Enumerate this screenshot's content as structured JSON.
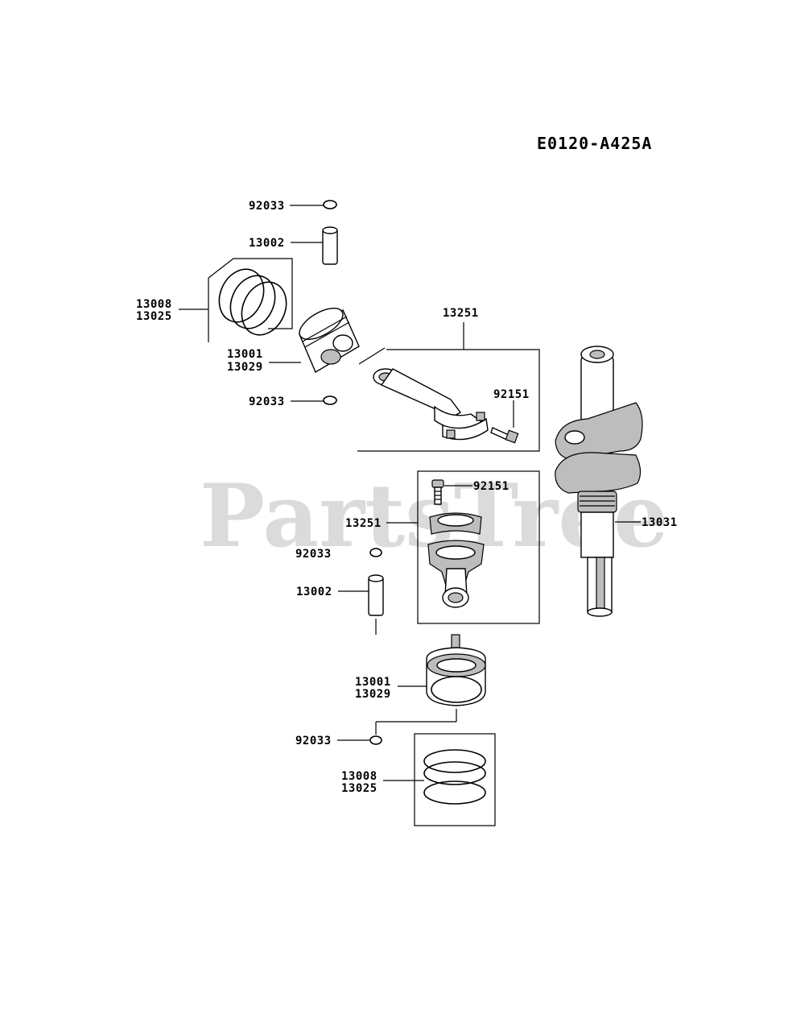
{
  "diagram_code": "E0120-A425A",
  "watermark": "PartsTree",
  "parts": {
    "circlip_top": "92033",
    "pin_top": "13002",
    "rings_top_a": "13008",
    "rings_top_b": "13025",
    "piston_top_a": "13001",
    "piston_top_b": "13029",
    "circlip_top2": "92033",
    "conrod_top": "13251",
    "bolt_top": "92151",
    "bolt_mid": "92151",
    "conrod_mid": "13251",
    "crankshaft": "13031",
    "circlip_mid": "92033",
    "pin_mid": "13002",
    "piston_bot_a": "13001",
    "piston_bot_b": "13029",
    "circlip_bot": "92033",
    "rings_bot_a": "13008",
    "rings_bot_b": "13025"
  }
}
